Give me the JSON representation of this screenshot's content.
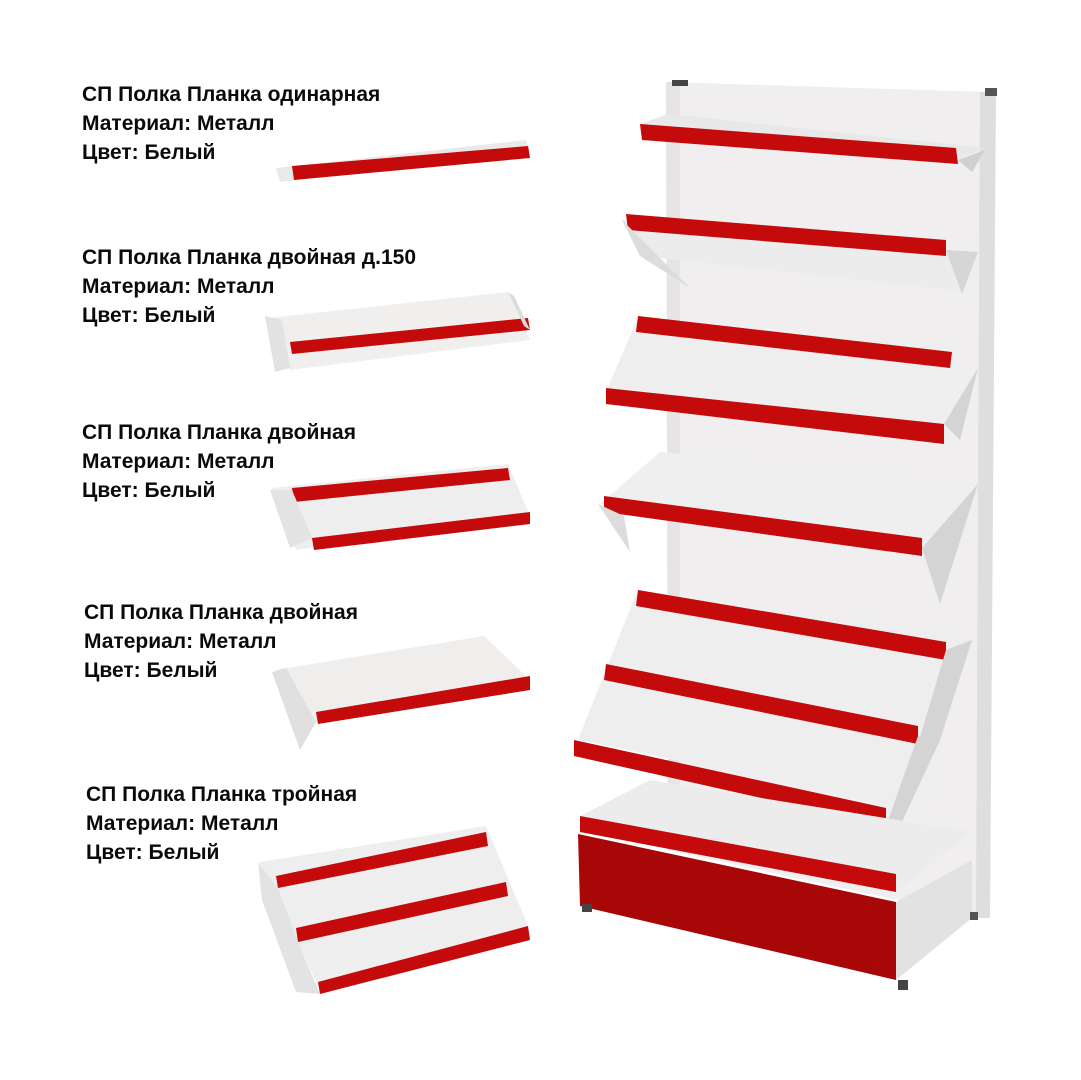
{
  "products": [
    {
      "title": "СП Полка Планка одинарная",
      "material": "Материал: Металл",
      "color": "Цвет: Белый"
    },
    {
      "title": "СП Полка Планка двойная д.150",
      "material": "Материал: Металл",
      "color": "Цвет: Белый"
    },
    {
      "title": "СП Полка Планка двойная",
      "material": "Материал: Металл",
      "color": "Цвет: Белый"
    },
    {
      "title": "СП Полка Планка двойная",
      "material": "Материал: Металл",
      "color": "Цвет: Белый"
    },
    {
      "title": "СП Полка Планка тройная",
      "material": "Материал: Металл",
      "color": "Цвет: Белый"
    }
  ],
  "colors": {
    "strip_red": "#c40a0a",
    "shelf_white": "#eeeeee",
    "base_red": "#a80707"
  }
}
